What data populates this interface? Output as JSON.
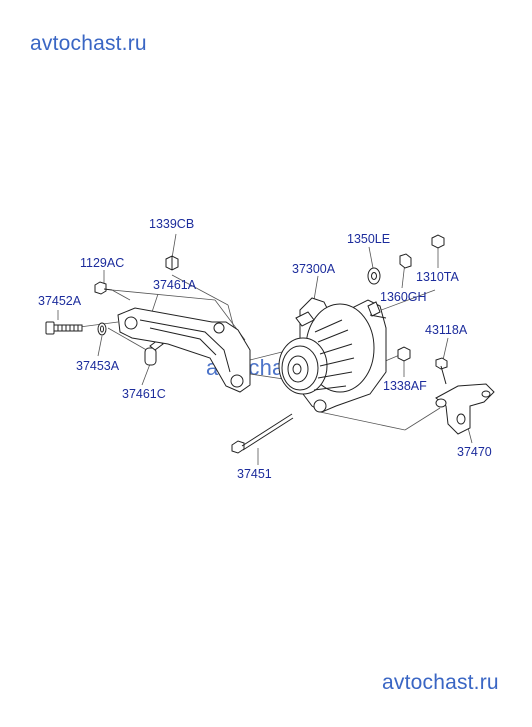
{
  "watermarks": {
    "top": "avtochast.ru",
    "center": "avtochast.ru",
    "bottom": "avtochast.ru"
  },
  "colors": {
    "label": "#1c2c9c",
    "watermark": "#3a66c4",
    "lines": "#222222"
  },
  "labels": {
    "p1339CB": "1339CB",
    "p1129AC": "1129AC",
    "p37452A": "37452A",
    "p37461A": "37461A",
    "p37453A": "37453A",
    "p37461C": "37461C",
    "p37300A": "37300A",
    "p1350LE": "1350LE",
    "p1310TA": "1310TA",
    "p1360GH": "1360GH",
    "p43118A": "43118A",
    "p1338AF": "1338AF",
    "p37470": "37470",
    "p37451": "37451"
  }
}
